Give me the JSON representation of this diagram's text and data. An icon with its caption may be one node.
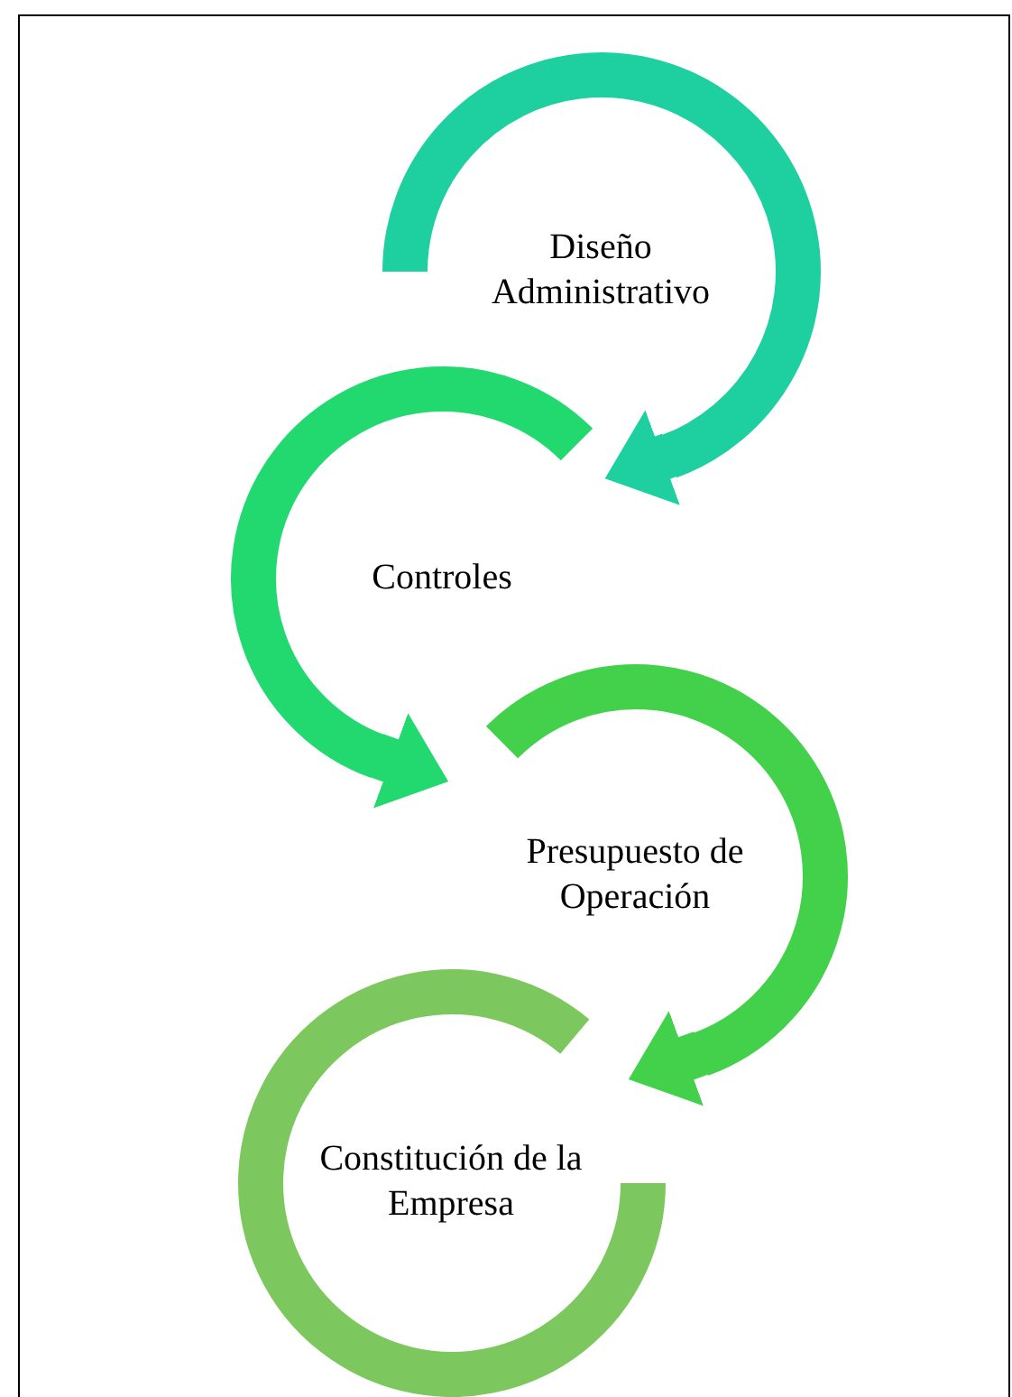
{
  "diagram": {
    "nodes": [
      {
        "text": [
          "Diseño Administrativo"
        ]
      },
      {
        "text": [
          "Controles"
        ]
      },
      {
        "text": [
          "Presupuesto de Operación"
        ]
      },
      {
        "text": [
          "Constitución de la Empresa"
        ]
      }
    ],
    "edges": [
      {
        "from": 0,
        "to": 1,
        "arrow": "to",
        "color": "#1ecf9f"
      },
      {
        "from": 1,
        "to": 2,
        "arrow": "to",
        "color": "#22d970"
      },
      {
        "from": 2,
        "to": 3,
        "arrow": "to",
        "color": "#43d14c"
      }
    ]
  }
}
